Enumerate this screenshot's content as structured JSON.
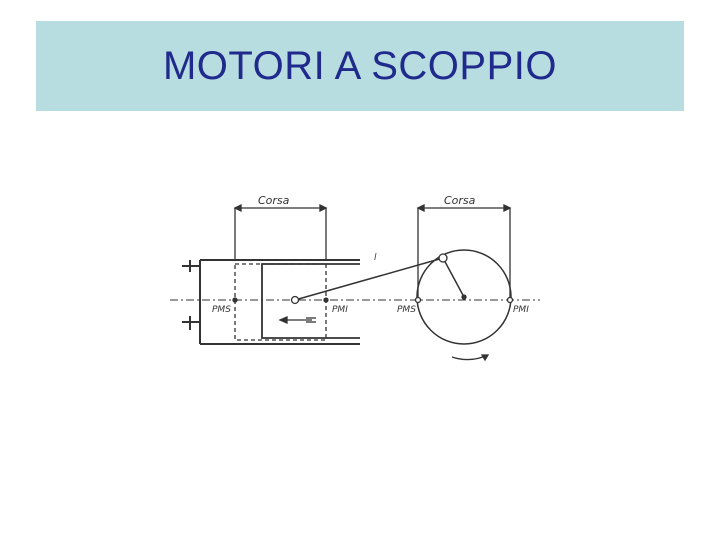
{
  "slide": {
    "title": "MOTORI A SCOPPIO"
  },
  "diagram": {
    "labels": {
      "stroke_left": "Corsa",
      "stroke_right": "Corsa",
      "tdc_left": "PMS",
      "bdc_left": "PMI",
      "tdc_right": "PMS",
      "bdc_right": "PMI",
      "rod_length": "l"
    }
  }
}
